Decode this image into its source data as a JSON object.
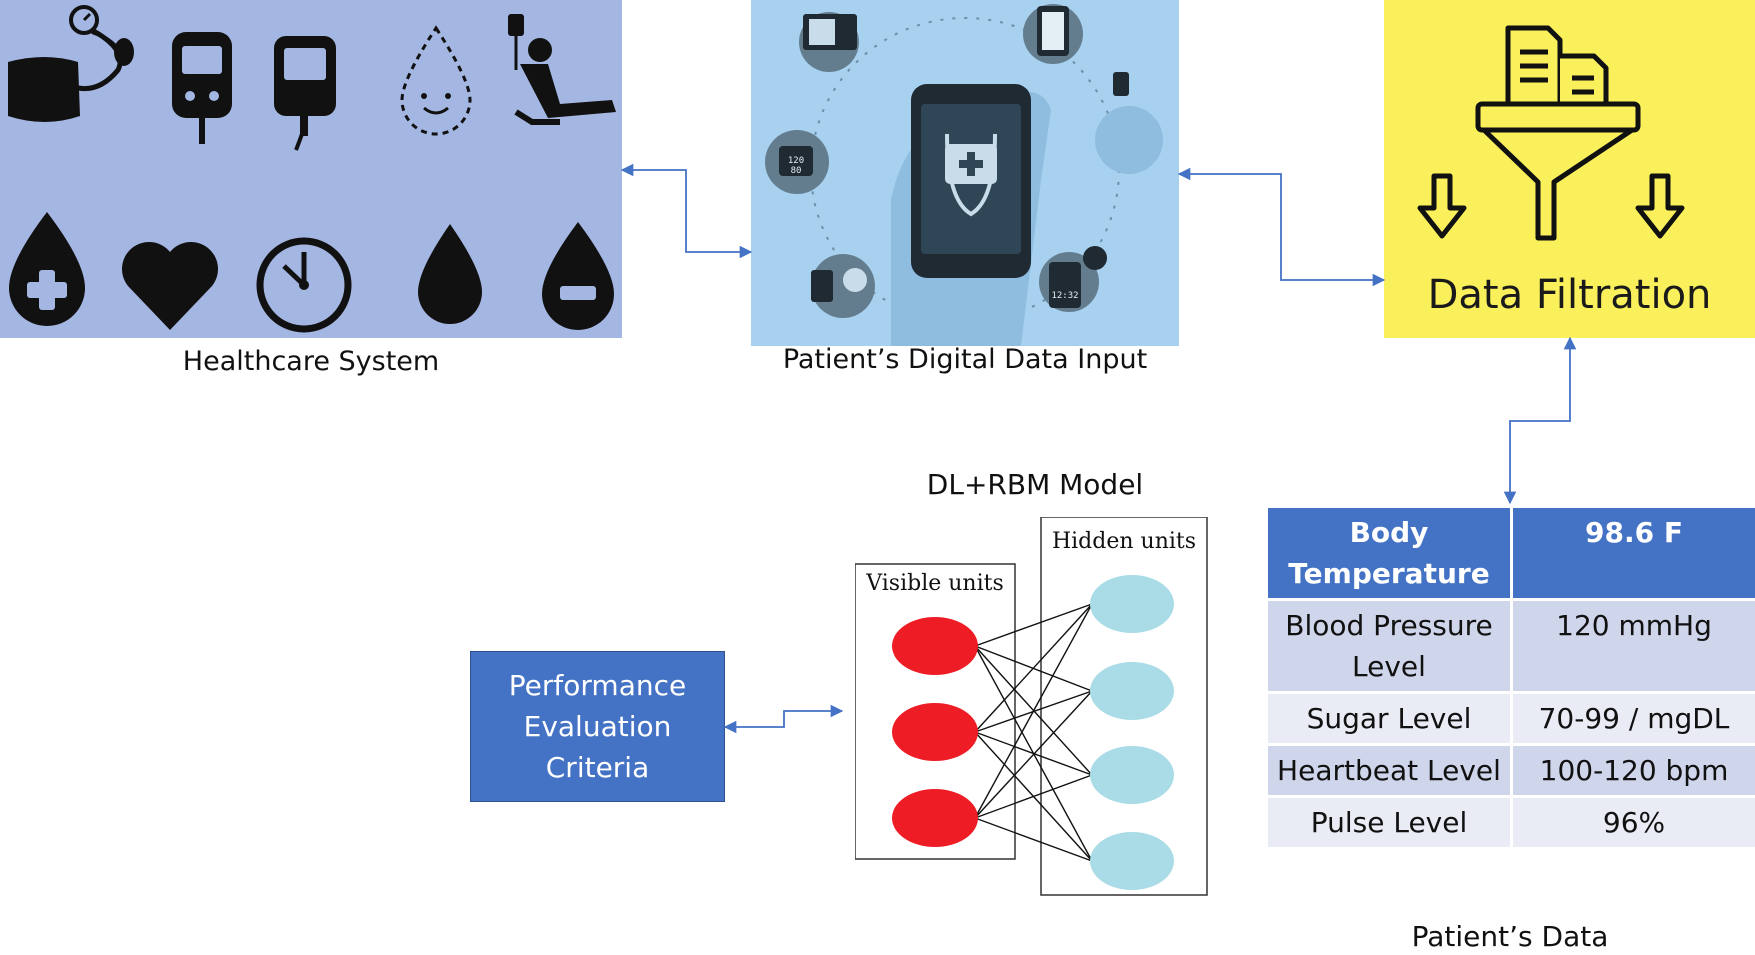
{
  "healthcare_system": {
    "caption": "Healthcare System",
    "icons": [
      "blood-pressure-monitor-icon",
      "glucometer-icon",
      "blood-sugar-meter-icon",
      "smiling-drop-icon",
      "patient-iv-drip-icon",
      "blood-drop-plus-icon",
      "heart-icon",
      "clock-icon",
      "blood-drop-icon",
      "blood-drop-minus-icon"
    ]
  },
  "digital_input": {
    "caption": "Patient’s Digital Data Input",
    "screen_values": [
      "120",
      "80",
      "12:32"
    ]
  },
  "data_filtration": {
    "label": "Data Filtration"
  },
  "model": {
    "title": "DL+RBM Model",
    "visible_label": "Visible units",
    "hidden_label": "Hidden units",
    "visible_color": "#ee1c24",
    "hidden_color": "#a9dce6"
  },
  "performance": {
    "lines": [
      "Performance",
      "Evaluation",
      "Criteria"
    ]
  },
  "patient_data": {
    "caption": "Patient’s Data",
    "rows": [
      [
        "Body Temperature",
        "98.6 F"
      ],
      [
        "Blood Pressure Level",
        "120 mmHg"
      ],
      [
        "Sugar Level",
        "70-99 / mgDL"
      ],
      [
        "Heartbeat Level",
        "100-120 bpm"
      ],
      [
        "Pulse Level",
        "96%"
      ]
    ]
  },
  "colors": {
    "healthcare_bg": "#a4b6e2",
    "digital_bg": "#a7d1ef",
    "filtration_bg": "#faf05c",
    "accent_blue": "#4472c4",
    "arrow": "#4472c4"
  }
}
